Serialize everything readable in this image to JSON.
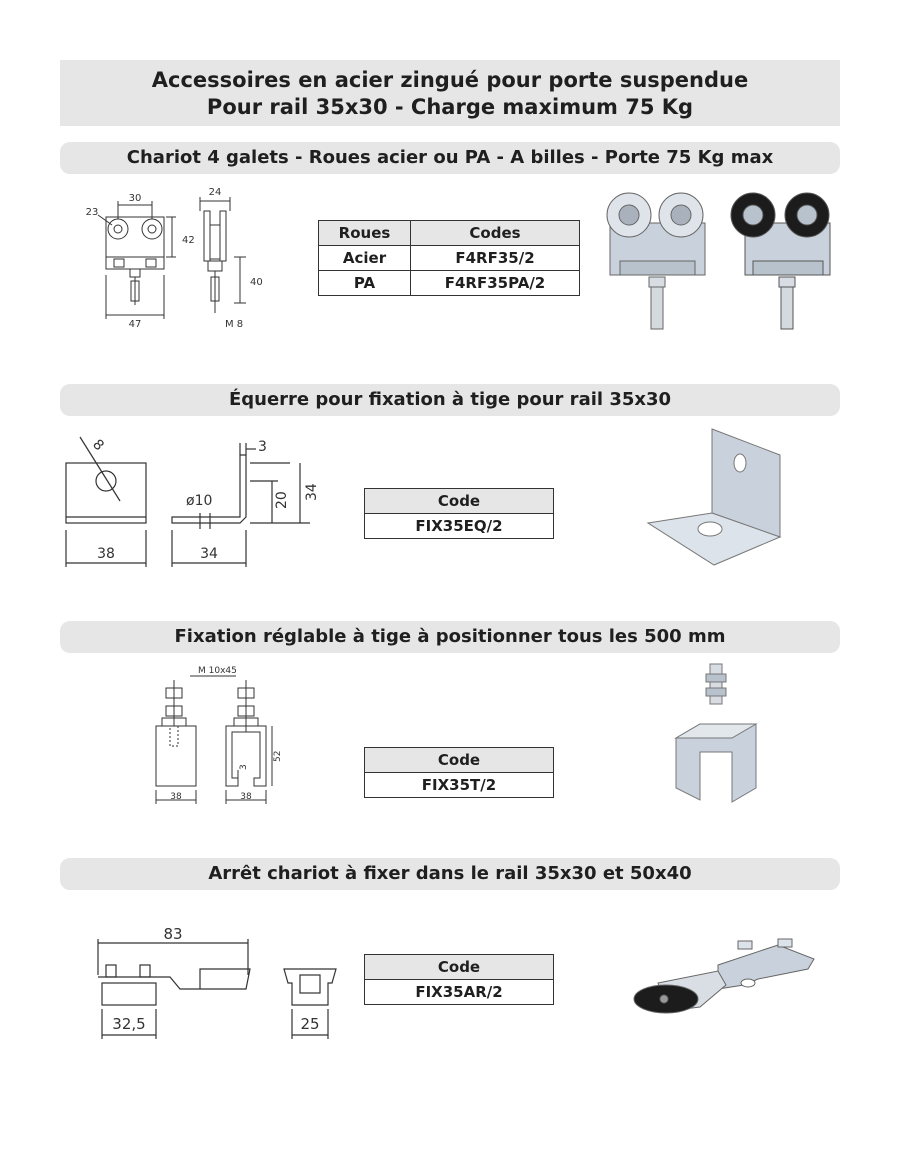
{
  "header": {
    "line1": "Accessoires en acier zingué pour porte suspendue",
    "line2": "Pour rail 35x30 - Charge maximum 75 Kg"
  },
  "sections": [
    {
      "title": "Chariot 4 galets - Roues acier ou PA - A billes - Porte 75  Kg max",
      "table": {
        "headers": [
          "Roues",
          "Codes"
        ],
        "rows": [
          [
            "Acier",
            "F4RF35/2"
          ],
          [
            "PA",
            "F4RF35PA/2"
          ]
        ]
      },
      "dims": {
        "wheel": "23",
        "spacing": "30",
        "side": "24",
        "height": "42",
        "stem": "40",
        "width": "47",
        "thread": "M 8"
      }
    },
    {
      "title": "Équerre pour fixation à tige pour rail 35x30",
      "table": {
        "headers": [
          "Code"
        ],
        "rows": [
          [
            "FIX35EQ/2"
          ]
        ]
      },
      "dims": {
        "hole": "8",
        "thickness": "3",
        "bore": "ø10",
        "inner": "20",
        "height": "34",
        "width": "38",
        "depth": "34"
      }
    },
    {
      "title": "Fixation réglable à tige à positionner tous les 500 mm",
      "table": {
        "headers": [
          "Code"
        ],
        "rows": [
          [
            "FIX35T/2"
          ]
        ]
      },
      "dims": {
        "thread": "M 10x45",
        "height": "52",
        "gap": "3",
        "width1": "38",
        "width2": "38"
      }
    },
    {
      "title": "Arrêt chariot à fixer dans le rail 35x30 et 50x40",
      "table": {
        "headers": [
          "Code"
        ],
        "rows": [
          [
            "FIX35AR/2"
          ]
        ]
      },
      "dims": {
        "length": "83",
        "base": "32,5",
        "width": "25"
      }
    }
  ],
  "colors": {
    "panel": "#e6e6e6",
    "zinc": "#c9d2dc",
    "rubber": "#1c1c1c"
  }
}
